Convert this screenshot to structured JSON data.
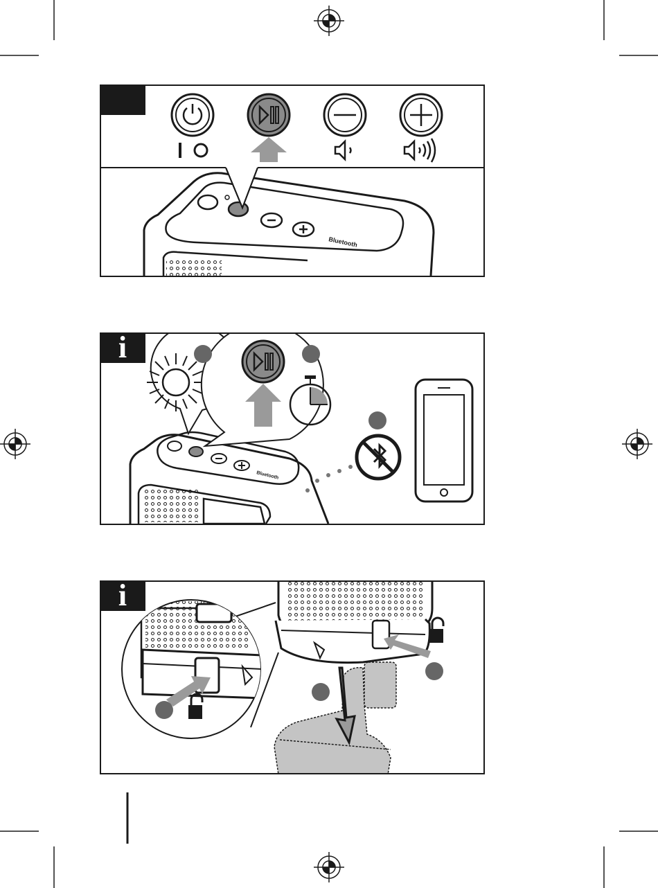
{
  "figures": [
    {
      "id": "fig-play-pause",
      "tab_text": "",
      "button_icons": [
        "power-icon",
        "play-pause-icon",
        "volume-down-icon",
        "volume-up-icon"
      ],
      "button_labels": [
        "I",
        "O"
      ],
      "device_badge": "Bluetooth"
    },
    {
      "id": "fig-bluetooth-disconnect",
      "tab_text": "i",
      "step_numbers": [
        "",
        "",
        ""
      ],
      "device_badge": "Bluetooth"
    },
    {
      "id": "fig-battery-removal",
      "tab_text": "i",
      "step_numbers": [
        "",
        "",
        ""
      ]
    }
  ],
  "colors": {
    "ink": "#1a1a1a",
    "highlight_gray": "#8a8a8a",
    "arrow_gray": "#9a9a9a",
    "battery_fill": "#c4c4c4",
    "step_circle": "#666666"
  }
}
